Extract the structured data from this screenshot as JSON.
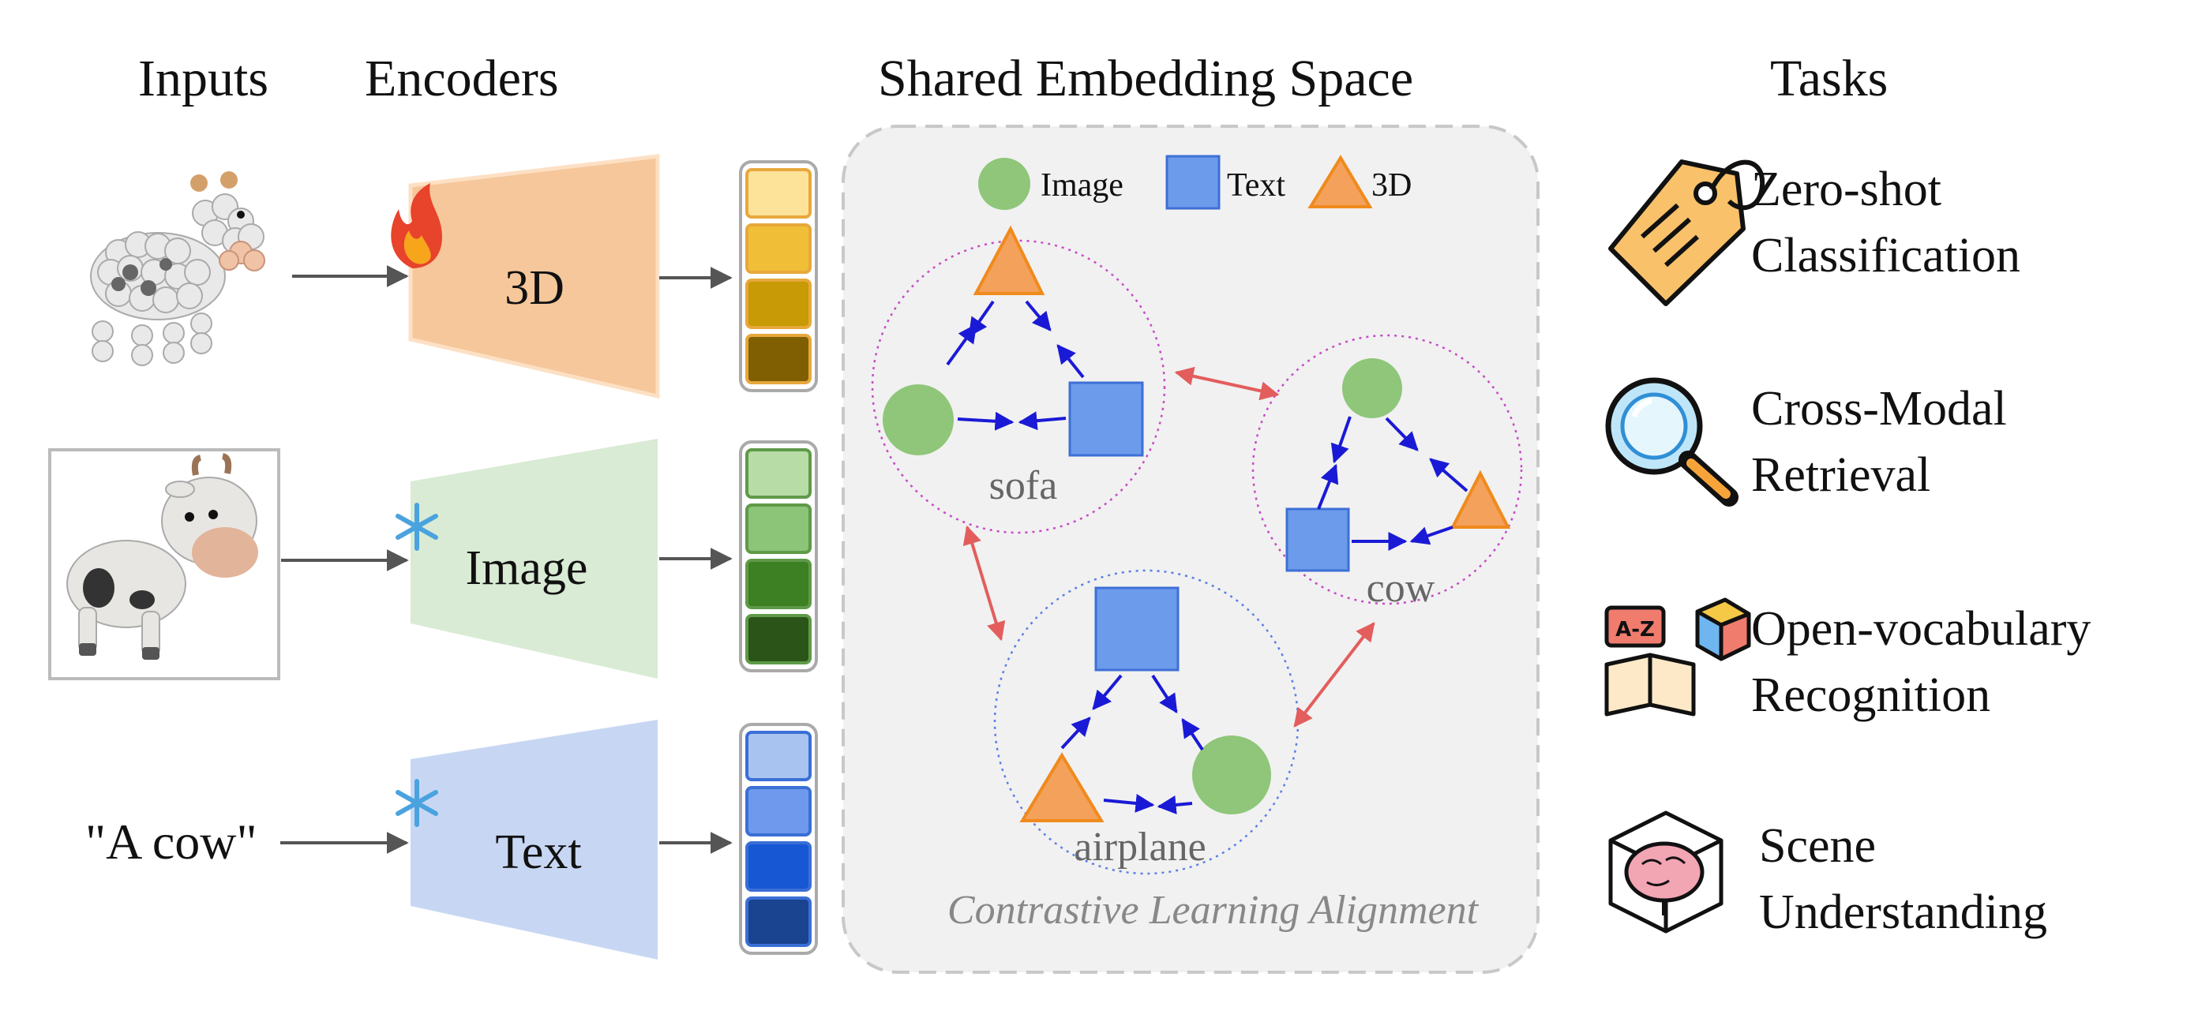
{
  "headers": {
    "inputs": "Inputs",
    "encoders": "Encoders",
    "shared_space": "Shared Embedding Space",
    "tasks": "Tasks"
  },
  "inputs": {
    "text_input": "\"A cow\""
  },
  "encoders": {
    "e3d": {
      "label": "3D",
      "color": "#f6c79b",
      "state": "trainable (fire)"
    },
    "image": {
      "label": "Image",
      "color": "#d9ebd4",
      "state": "frozen (snowflake)"
    },
    "text": {
      "label": "Text",
      "color": "#c7d7f3",
      "state": "frozen (snowflake)"
    }
  },
  "embeddings": {
    "e3d": [
      "#fde29a",
      "#f1be38",
      "#c79a06",
      "#7f5f02"
    ],
    "image": [
      "#b7dca6",
      "#8cc478",
      "#3d7f23",
      "#2b5518"
    ],
    "text": [
      "#a9c3f0",
      "#6f99ec",
      "#1757d4",
      "#1a4390"
    ]
  },
  "legend": {
    "image": "Image",
    "text": "Text",
    "three_d": "3D"
  },
  "clusters": {
    "sofa": "sofa",
    "cow": "cow",
    "airplane": "airplane"
  },
  "caption": "Contrastive Learning Alignment",
  "tasks": [
    {
      "line1": "Zero-shot",
      "line2": "Classification",
      "icon": "tag-icon"
    },
    {
      "line1": "Cross-Modal",
      "line2": "Retrieval",
      "icon": "magnifier-icon"
    },
    {
      "line1": "Open-vocabulary",
      "line2": "Recognition",
      "icon": "book-cube-icon"
    },
    {
      "line1": "Scene",
      "line2": "Understanding",
      "icon": "brain-cube-icon"
    }
  ],
  "colors": {
    "circle": "#8fc67a",
    "square": "#6d9bec",
    "triangle": "#f4a15b",
    "arrow_blue": "#1a1ad6",
    "arrow_red": "#e35d5d",
    "panel": "#f1f1f1"
  }
}
